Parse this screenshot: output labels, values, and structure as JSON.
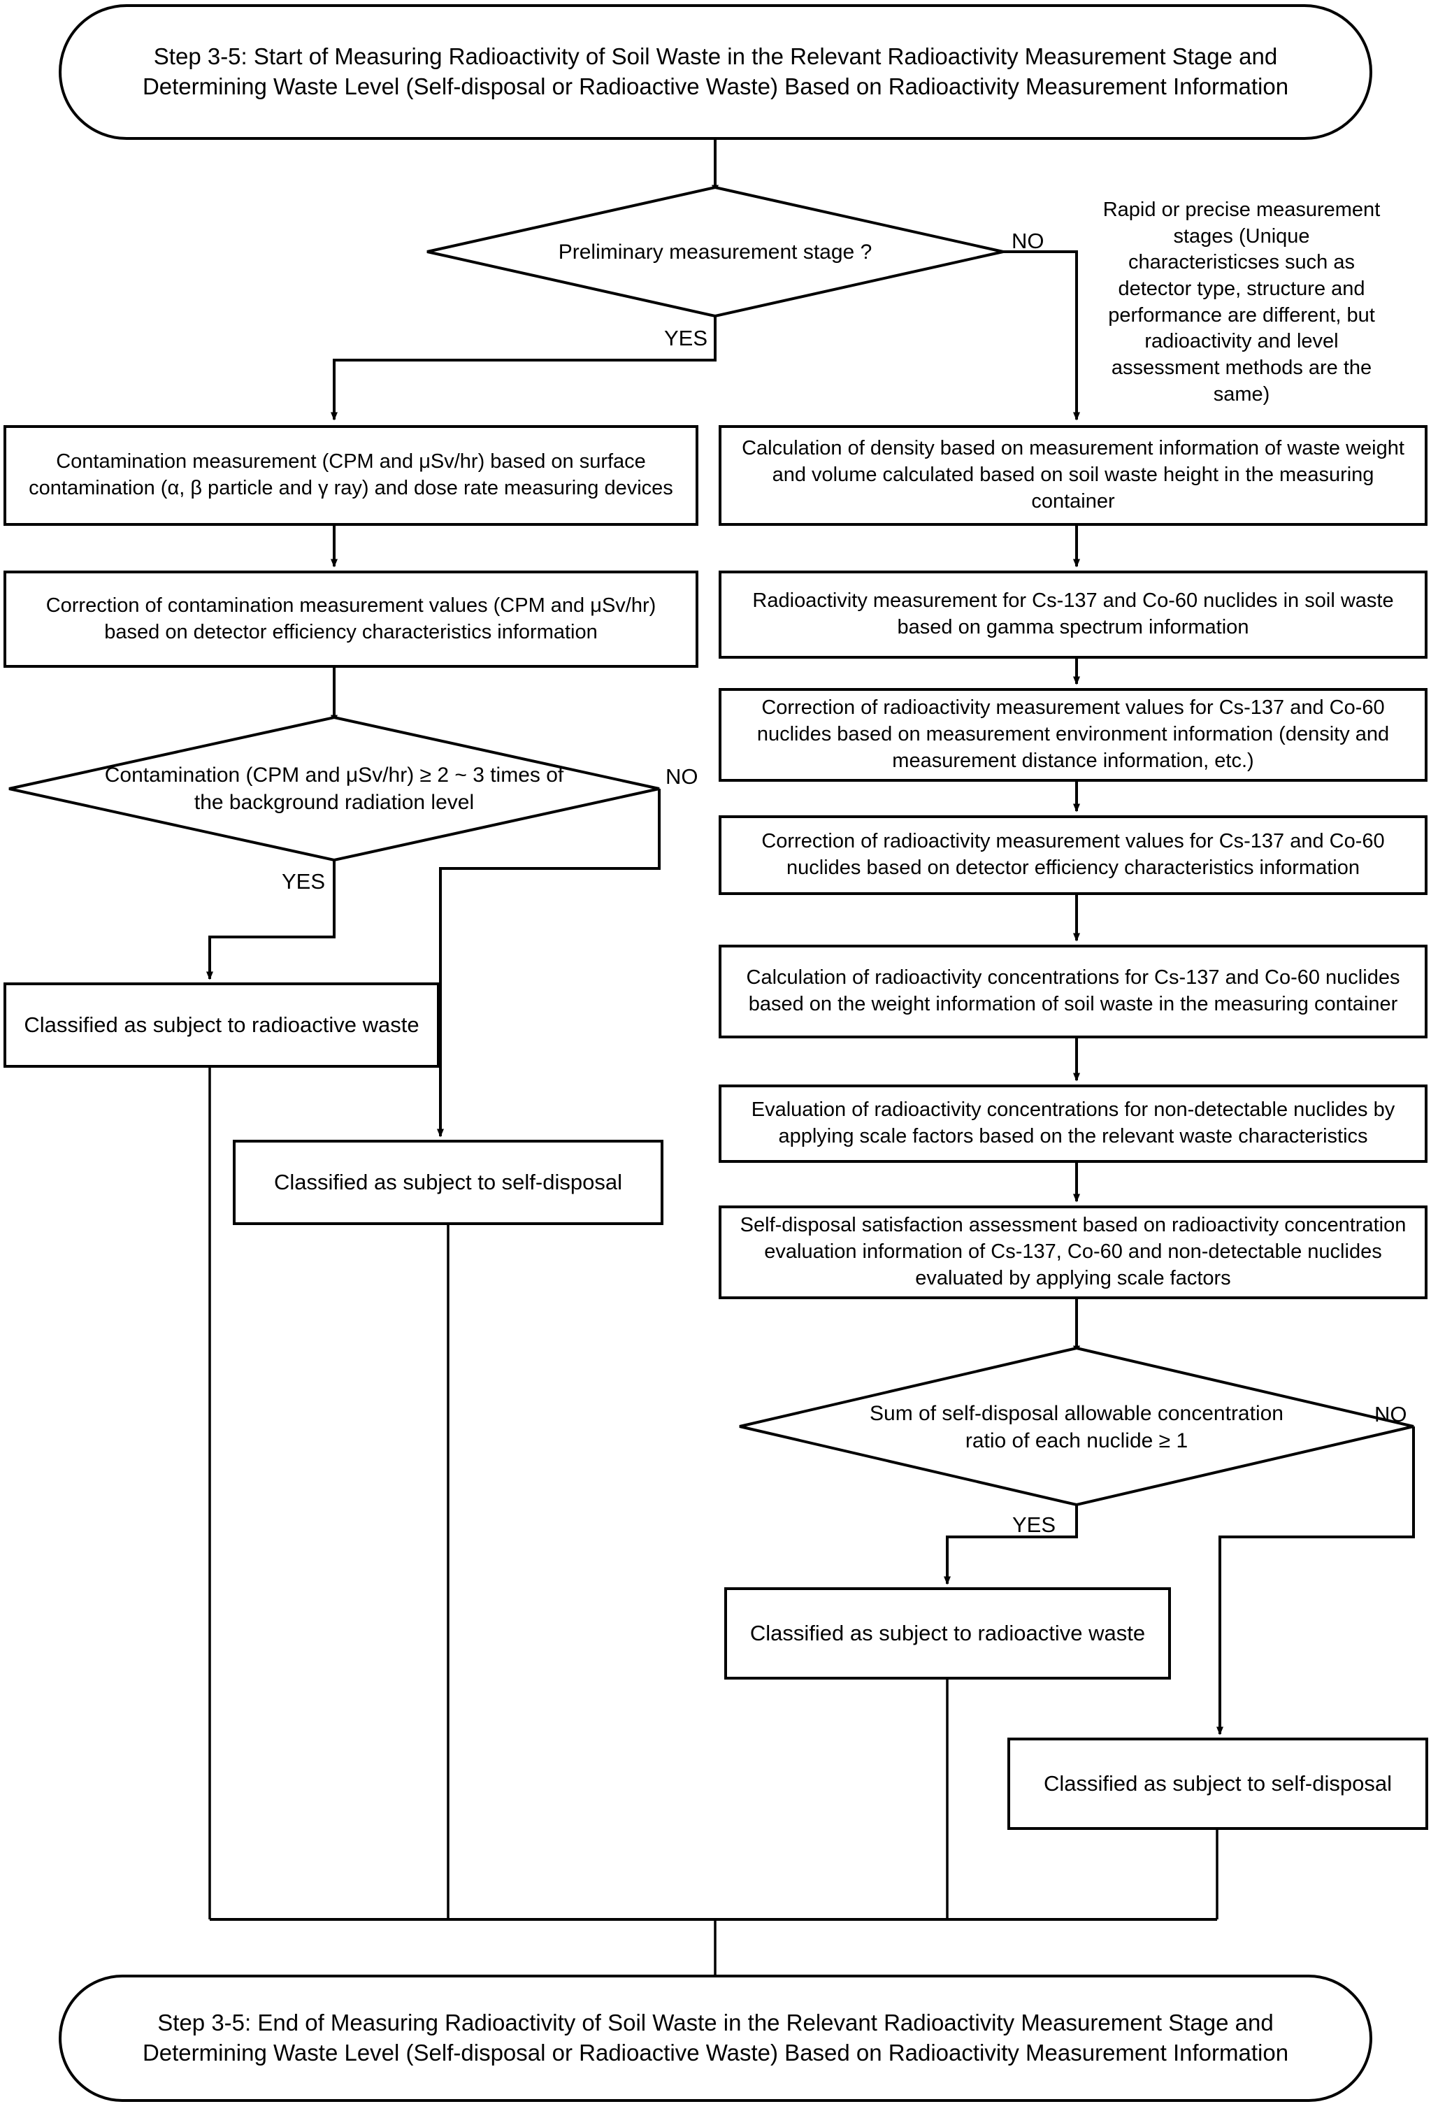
{
  "diagram": {
    "title_start": "Step 3-5: Start of Measuring Radioactivity of Soil Waste in the Relevant Radioactivity Measurement Stage and Determining Waste Level (Self-disposal or Radioactive Waste) Based on Radioactivity Measurement Information",
    "title_end": "Step 3-5: End of Measuring Radioactivity of Soil Waste in the Relevant Radioactivity Measurement Stage and Determining Waste Level (Self-disposal or Radioactive Waste) Based on Radioactivity Measurement Information"
  },
  "nodes": {
    "start": {
      "type": "terminator",
      "text": "Step 3-5: Start of Measuring Radioactivity of Soil Waste in the Relevant Radioactivity Measurement Stage and Determining Waste Level (Self-disposal or Radioactive Waste) Based on Radioactivity Measurement Information"
    },
    "decision_stage": {
      "type": "decision",
      "text": "Preliminary measurement stage ?"
    },
    "note_rapid": {
      "type": "note",
      "text": "Rapid or precise measurement stages (Unique characteristicses such as detector type, structure and performance are different, but radioactivity and level assessment methods are the same)"
    },
    "left_1": {
      "type": "process",
      "text": "Contamination measurement (CPM and μSv/hr) based on surface contamination (α, β particle and γ ray) and dose rate measuring devices"
    },
    "left_2": {
      "type": "process",
      "text": "Correction of contamination measurement values (CPM and μSv/hr) based on detector efficiency characteristics information"
    },
    "left_decision": {
      "type": "decision",
      "text": "Contamination (CPM and μSv/hr) ≥ 2 ~ 3 times of the background radiation level"
    },
    "left_result_radwaste": {
      "type": "result",
      "text": "Classified as subject to radioactive waste"
    },
    "left_result_selfdisposal": {
      "type": "result",
      "text": "Classified as subject to self-disposal"
    },
    "right_1": {
      "type": "process",
      "text": "Calculation of density based on measurement information of waste weight and volume calculated based on soil waste height in the measuring container"
    },
    "right_2": {
      "type": "process",
      "text": "Radioactivity measurement for Cs-137 and Co-60 nuclides in soil waste based on gamma spectrum information"
    },
    "right_3": {
      "type": "process",
      "text": "Correction of radioactivity measurement values for Cs-137 and Co-60 nuclides based on measurement environment information (density and measurement distance information, etc.)"
    },
    "right_4": {
      "type": "process",
      "text": "Correction of radioactivity measurement values for Cs-137 and Co-60 nuclides based on detector efficiency characteristics information"
    },
    "right_5": {
      "type": "process",
      "text": "Calculation of radioactivity concentrations for Cs-137 and Co-60 nuclides based on the weight information of soil waste in the measuring container"
    },
    "right_6": {
      "type": "process",
      "text": "Evaluation of radioactivity concentrations for non-detectable nuclides by applying scale factors based on the relevant waste characteristics"
    },
    "right_7": {
      "type": "process",
      "text": "Self-disposal satisfaction assessment based on radioactivity concentration evaluation information of Cs-137, Co-60  and non-detectable nuclides evaluated by applying scale factors"
    },
    "right_decision": {
      "type": "decision",
      "text": "Sum of self-disposal allowable concentration ratio of each nuclide ≥ 1"
    },
    "right_result_radwaste": {
      "type": "result",
      "text": "Classified as subject to radioactive waste"
    },
    "right_result_selfdisposal": {
      "type": "result",
      "text": "Classified as subject to self-disposal"
    },
    "end": {
      "type": "terminator",
      "text": "Step 3-5: End of Measuring Radioactivity of Soil Waste in the Relevant Radioactivity Measurement Stage and Determining Waste Level (Self-disposal or Radioactive Waste) Based on Radioactivity Measurement Information"
    }
  },
  "branch_labels": {
    "stage_no": "NO",
    "stage_yes": "YES",
    "left_no": "NO",
    "left_yes": "YES",
    "right_no": "NO",
    "right_yes": "YES"
  },
  "colors": {
    "line": "#000000",
    "fill": "#ffffff",
    "text": "#000000"
  }
}
